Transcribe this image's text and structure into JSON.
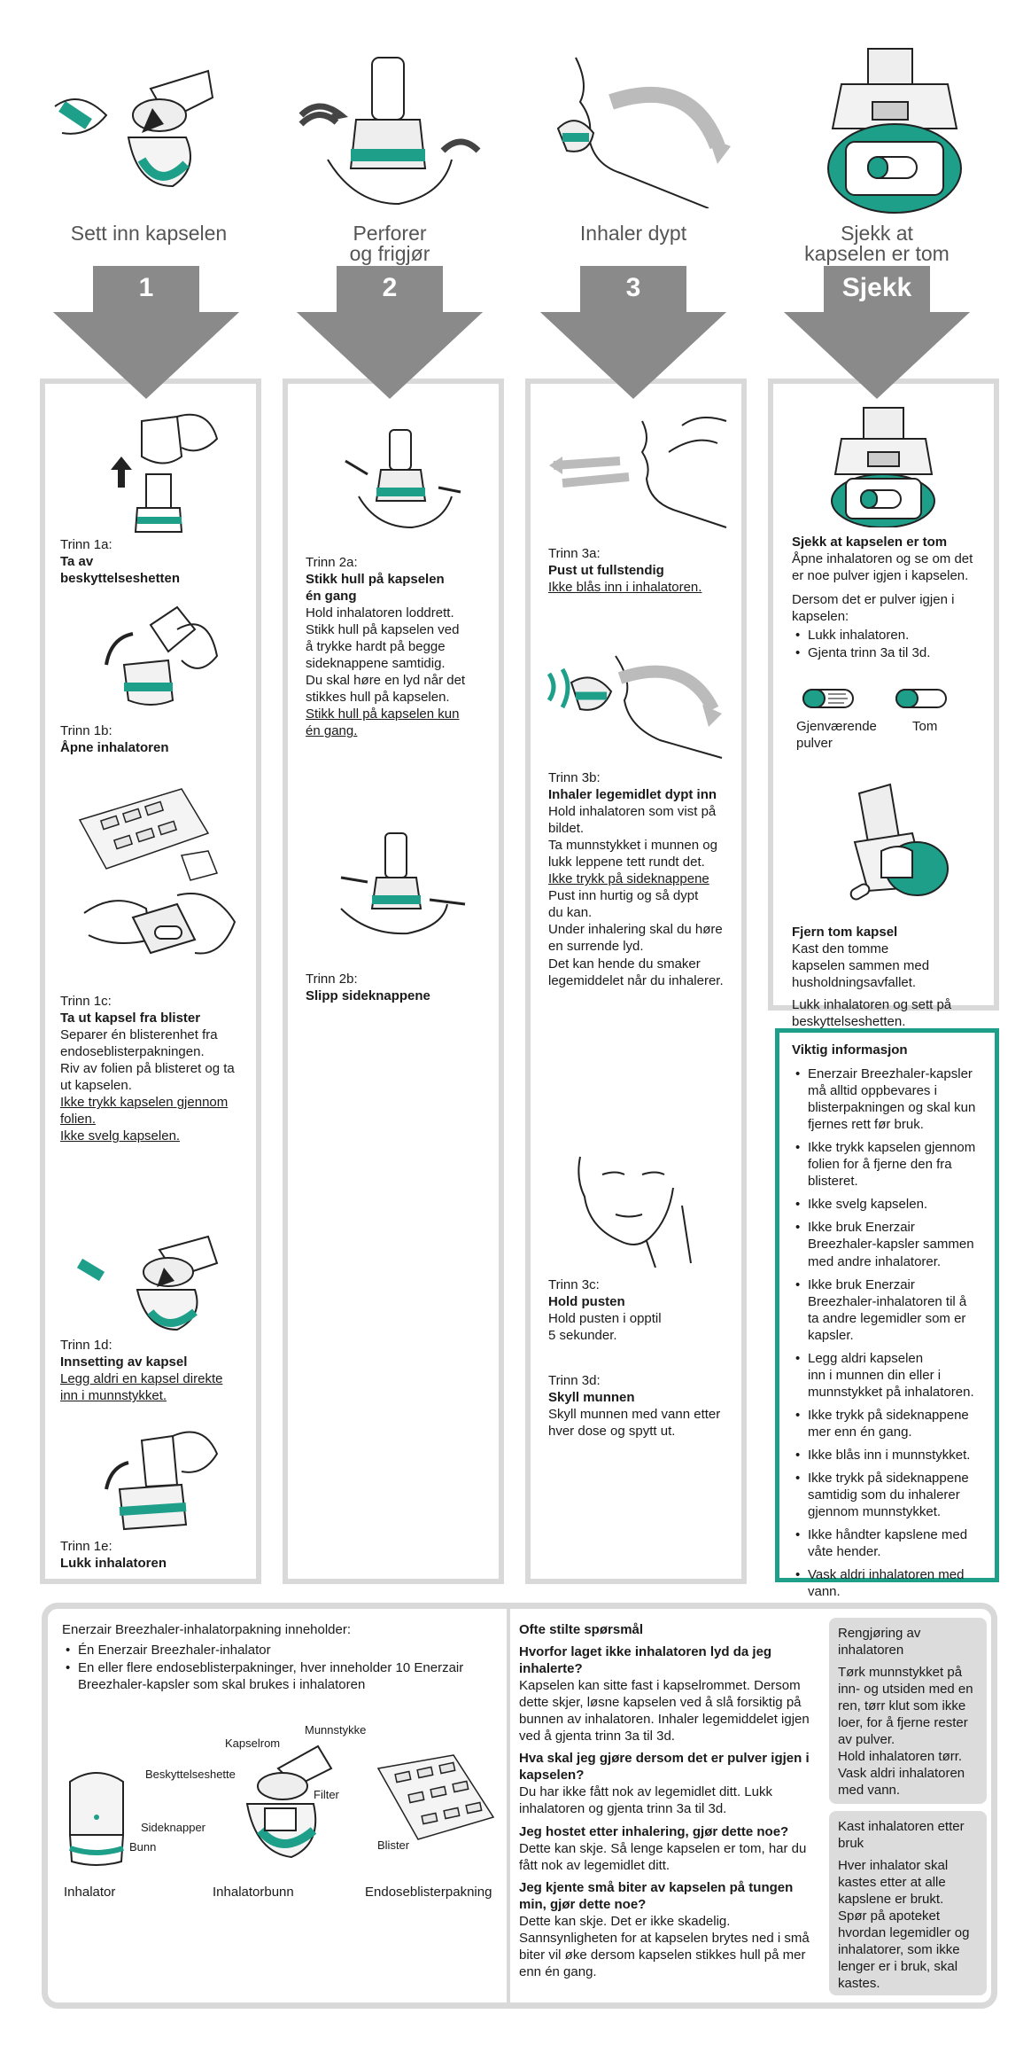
{
  "steps": [
    {
      "title": "Sett inn kapselen",
      "num": "1"
    },
    {
      "title": "Perforer\nog frigjør",
      "num": "2"
    },
    {
      "title": "Inhaler dypt",
      "num": "3"
    },
    {
      "title": "Sjekk at\nkapselen er tom",
      "num": "Sjekk"
    }
  ],
  "col1": {
    "t1a_label": "Trinn 1a:",
    "t1a_title": "Ta av\nbeskyttelseshetten",
    "t1b_label": "Trinn 1b:",
    "t1b_title": "Åpne inhalatoren",
    "t1c_label": "Trinn 1c:",
    "t1c_title": "Ta ut kapsel fra blister",
    "t1c_body": "Separer én blisterenhet fra\nendoseblisterpakningen.\nRiv av folien på blisteret og ta\nut kapselen.",
    "t1c_warn1": "Ikke trykk kapselen gjennom\nfolien.",
    "t1c_warn2": "Ikke svelg kapselen.",
    "t1d_label": "Trinn 1d:",
    "t1d_title": "Innsetting av kapsel",
    "t1d_warn": "Legg aldri en kapsel direkte\ninn i munnstykket.",
    "t1e_label": "Trinn 1e:",
    "t1e_title": "Lukk inhalatoren"
  },
  "col2": {
    "t2a_label": "Trinn 2a:",
    "t2a_title": "Stikk hull på kapselen\nén gang",
    "t2a_body": "Hold inhalatoren loddrett.\nStikk hull på kapselen ved\nå trykke hardt på begge\nsideknappene samtidig.\nDu skal høre en lyd når det\nstikkes hull på kapselen.",
    "t2a_warn": "Stikk hull på kapselen kun\nén gang.",
    "t2b_label": "Trinn 2b:",
    "t2b_title": "Slipp sideknappene"
  },
  "col3": {
    "t3a_label": "Trinn 3a:",
    "t3a_title": "Pust ut fullstendig",
    "t3a_warn": "Ikke blås inn i inhalatoren.",
    "t3b_label": "Trinn 3b:",
    "t3b_title": "Inhaler legemidlet dypt inn",
    "t3b_body1": "Hold inhalatoren som vist på\nbildet.\nTa munnstykket i munnen og\nlukk leppene tett rundt det.",
    "t3b_warn": "Ikke trykk på sideknappene",
    "t3b_body2": "Pust inn hurtig og så dypt\ndu kan.\nUnder inhalering skal du høre\nen surrende lyd.\nDet kan hende du smaker\nlegemiddelet når du inhalerer.",
    "t3c_label": "Trinn 3c:",
    "t3c_title": "Hold pusten",
    "t3c_body": "Hold pusten i opptil\n5 sekunder.",
    "t3d_label": "Trinn 3d:",
    "t3d_title": "Skyll munnen",
    "t3d_body": "Skyll munnen med vann etter\nhver dose og spytt ut."
  },
  "col4": {
    "check_title": "Sjekk at kapselen er tom",
    "check_body": "Åpne inhalatoren og se om det\ner noe pulver igjen i kapselen.",
    "check_body2": "Dersom det er pulver igjen i\nkapselen:",
    "check_items": [
      "Lukk inhalatoren.",
      "Gjenta trinn 3a til 3d."
    ],
    "cap_remaining": "Gjenværende\npulver",
    "cap_empty": "Tom",
    "remove_title": "Fjern tom kapsel",
    "remove_body": "Kast den tomme\nkapselen sammen med\nhusholdningsavfallet.",
    "remove_body2": "Lukk inhalatoren og sett på\nbeskyttelseshetten."
  },
  "viktig": {
    "title": "Viktig informasjon",
    "items": [
      "Enerzair Breezhaler-kapsler\nmå alltid oppbevares i\nblisterpakningen og skal kun\nfjernes rett før bruk.",
      "Ikke trykk kapselen gjennom\nfolien for å fjerne den fra\nblisteret.",
      "Ikke svelg kapselen.",
      "Ikke bruk Enerzair\nBreezhaler-kapsler sammen\nmed andre inhalatorer.",
      "Ikke bruk Enerzair\nBreezhaler-inhalatoren til å\nta andre legemidler som er\nkapsler.",
      "Legg aldri kapselen\ninn i munnen din eller i\nmunnstykket på inhalatoren.",
      "Ikke trykk på sideknappene\nmer enn én gang.",
      "Ikke blås inn i munnstykket.",
      "Ikke trykk på sideknappene\nsamtidig som du inhalerer\ngjennom munnstykket.",
      "Ikke håndter kapslene med\nvåte hender.",
      "Vask aldri inhalatoren med\nvann."
    ]
  },
  "pack": {
    "title": "Enerzair Breezhaler-inhalatorpakning inneholder:",
    "items": [
      "Én Enerzair Breezhaler-inhalator",
      "En eller flere endoseblisterpakninger, hver inneholder 10 Enerzair\nBreezhaler-kapsler som skal brukes i inhalatoren"
    ],
    "lbl_cap": "Beskyttelseshette",
    "lbl_bunn": "Bunn",
    "lbl_kapselrom": "Kapselrom",
    "lbl_munnstykke": "Munnstykke",
    "lbl_filter": "Filter",
    "lbl_sideknapper": "Sideknapper",
    "lbl_blister": "Blister",
    "cap_inhalator": "Inhalator",
    "cap_bunn": "Inhalatorbunn",
    "cap_blister": "Endoseblisterpakning"
  },
  "faq": {
    "title": "Ofte stilte spørsmål",
    "items": [
      {
        "q": "Hvorfor laget ikke inhalatoren lyd da jeg\ninhalerte?",
        "a": "Kapselen kan sitte fast i kapselrommet. Dersom\ndette skjer, løsne kapselen ved å slå forsiktig på\nbunnen av inhalatoren. Inhaler legemiddelet igjen\nved å gjenta trinn 3a til 3d."
      },
      {
        "q": "Hva skal jeg gjøre dersom det er pulver igjen i\nkapselen?",
        "a": "Du har ikke fått nok av legemidlet ditt. Lukk\ninhalatoren og gjenta trinn 3a til 3d."
      },
      {
        "q": "Jeg hostet etter inhalering, gjør dette noe?",
        "a": "Dette kan skje. Så lenge kapselen er tom, har du\nfått nok av legemidlet ditt."
      },
      {
        "q": "Jeg kjente små biter av kapselen på tungen\nmin, gjør dette noe?",
        "a": "Dette kan skje. Det er ikke skadelig.\nSannsynligheten for at kapselen brytes ned i små\nbiter vil øke dersom kapselen stikkes hull på mer\nenn én gang."
      }
    ]
  },
  "clean": {
    "title": "Rengjøring av\ninhalatoren",
    "body": "Tørk munnstykket på\ninn- og utsiden med en\nren, tørr klut som ikke\nloer, for å fjerne rester\nav pulver.\nHold inhalatoren tørr.\nVask aldri inhalatoren\nmed vann."
  },
  "dispose": {
    "title": "Kast inhalatoren etter\nbruk",
    "body": "Hver inhalator skal\nkastes etter at alle\nkapslene er brukt.\nSpør på apoteket\nhvordan legemidler og\ninhalatorer, som ikke\nlenger er i bruk, skal\nkastes."
  },
  "colors": {
    "teal": "#1d9f8a",
    "arrow": "#8a8a8a",
    "frame": "#d9d9d9"
  }
}
